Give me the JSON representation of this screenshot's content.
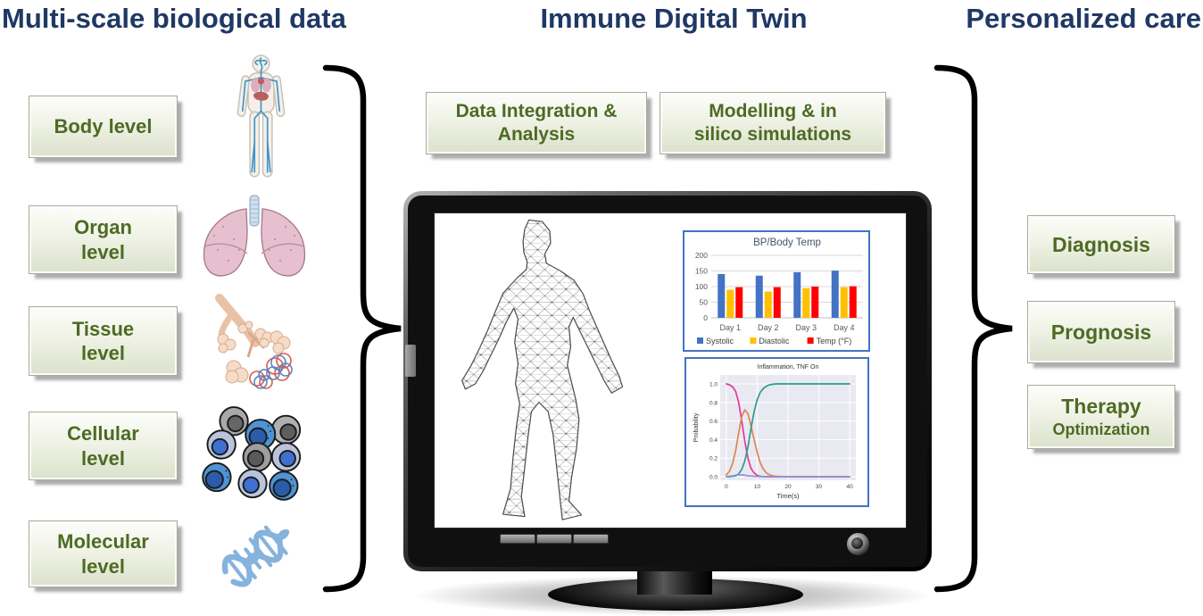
{
  "figure": {
    "left_title": "Multi-scale biological data",
    "center_title": "Immune Digital Twin",
    "right_title": "Personalized care"
  },
  "left_column": {
    "items": [
      {
        "label": "Body level",
        "icon": "anatomy-body-icon"
      },
      {
        "label": "Organ\nlevel",
        "icon": "lungs-icon"
      },
      {
        "label": "Tissue\nlevel",
        "icon": "alveoli-icon"
      },
      {
        "label": "Cellular\nlevel",
        "icon": "cells-icon"
      },
      {
        "label": "Molecular\nlevel",
        "icon": "dna-icon"
      }
    ]
  },
  "process_boxes": [
    {
      "label": "Data Integration &\nAnalysis"
    },
    {
      "label": "Modelling & in\nsilico simulations"
    }
  ],
  "outcome_boxes": [
    {
      "label": "Diagnosis"
    },
    {
      "label": "Prognosis"
    },
    {
      "label": "Therapy",
      "sublabel": "Optimization"
    }
  ],
  "colors": {
    "title_navy": "#1f3864",
    "box_text_green": "#4d6b24",
    "chart_border_blue": "#4472c4",
    "bar_systolic": "#4472c4",
    "bar_diastolic": "#ffc000",
    "bar_temp": "#ff0000",
    "line_pink": "#e23a9d",
    "line_orange": "#dd8452",
    "line_green": "#2a9d8f",
    "line_lavender": "#9090d8",
    "line_plot_bg": "#e9e9f1"
  },
  "chart_data": [
    {
      "type": "bar",
      "title": "BP/Body Temp",
      "categories": [
        "Day 1",
        "Day 2",
        "Day 3",
        "Day 4"
      ],
      "series": [
        {
          "name": "Systolic",
          "color": "#4472c4",
          "values": [
            140,
            135,
            146,
            151
          ]
        },
        {
          "name": "Diastolic",
          "color": "#ffc000",
          "values": [
            90,
            84,
            95,
            98
          ]
        },
        {
          "name": "Temp (°F)",
          "color": "#ff0000",
          "values": [
            98,
            98,
            100,
            101
          ]
        }
      ],
      "ylim": [
        0,
        200
      ],
      "yticks": [
        0,
        50,
        100,
        150,
        200
      ],
      "grid": true,
      "legend_position": "bottom"
    },
    {
      "type": "line",
      "title": "Inflammation, TNF On",
      "xlabel": "Time(s)",
      "ylabel": "Probability",
      "xlim": [
        -2,
        42
      ],
      "ylim": [
        0,
        1
      ],
      "xticks": [
        0,
        10,
        20,
        30,
        40
      ],
      "yticks": [
        0.0,
        0.2,
        0.4,
        0.6,
        0.8,
        1.0
      ],
      "grid": true,
      "x": [
        0,
        1,
        2,
        3,
        4,
        5,
        6,
        7,
        8,
        9,
        10,
        11,
        12,
        13,
        14,
        15,
        16,
        18,
        20,
        25,
        30,
        35,
        40
      ],
      "series": [
        {
          "name": "pink",
          "color": "#e23a9d",
          "values": [
            1.0,
            0.99,
            0.97,
            0.92,
            0.8,
            0.6,
            0.38,
            0.2,
            0.09,
            0.04,
            0.015,
            0.005,
            0.002,
            0.001,
            0,
            0,
            0,
            0,
            0,
            0,
            0,
            0,
            0
          ]
        },
        {
          "name": "orange",
          "color": "#dd8452",
          "values": [
            0.02,
            0.06,
            0.14,
            0.28,
            0.47,
            0.65,
            0.72,
            0.68,
            0.55,
            0.4,
            0.26,
            0.15,
            0.08,
            0.04,
            0.02,
            0.01,
            0.005,
            0.002,
            0,
            0,
            0,
            0,
            0
          ]
        },
        {
          "name": "green",
          "color": "#2a9d8f",
          "values": [
            0,
            0,
            0.005,
            0.01,
            0.03,
            0.08,
            0.17,
            0.32,
            0.52,
            0.7,
            0.83,
            0.91,
            0.95,
            0.975,
            0.99,
            0.995,
            1.0,
            1.0,
            1.0,
            1.0,
            1.0,
            1.0,
            1.0
          ]
        },
        {
          "name": "lavender",
          "color": "#9090d8",
          "values": [
            0,
            0.005,
            0.01,
            0.015,
            0.02,
            0.02,
            0.015,
            0.01,
            0.008,
            0.005,
            0.003,
            0.002,
            0.001,
            0,
            0,
            0,
            0,
            0,
            0,
            0,
            0,
            0,
            0
          ]
        }
      ]
    }
  ]
}
